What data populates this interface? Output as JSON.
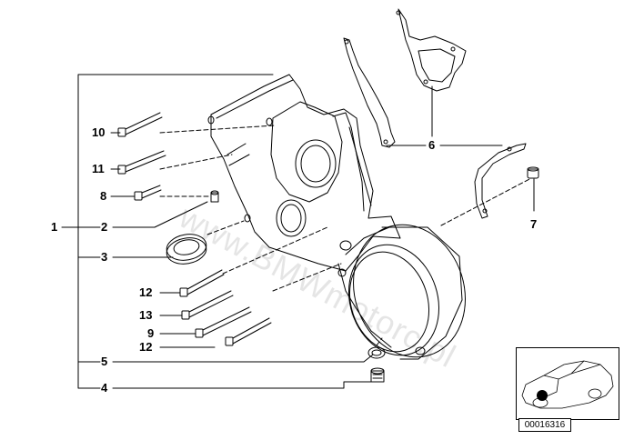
{
  "callouts": {
    "c1": "1",
    "c2": "2",
    "c3": "3",
    "c4": "4",
    "c5": "5",
    "c6": "6",
    "c7": "7",
    "c8": "8",
    "c9": "9",
    "c10": "10",
    "c11": "11",
    "c12a": "12",
    "c12b": "12",
    "c13": "13"
  },
  "watermark": "www.BMWmotorc.pl",
  "diagram_id": "00016316"
}
